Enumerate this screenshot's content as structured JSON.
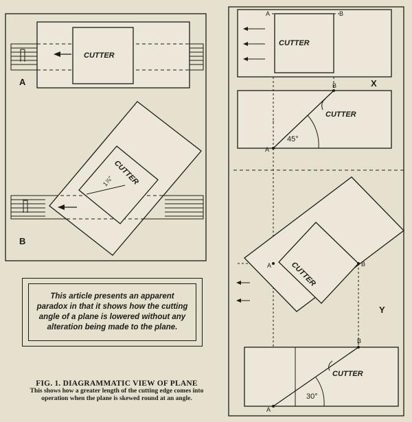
{
  "diagram": {
    "cutter_label": "CUTTER",
    "label_a": "A",
    "label_b": "B",
    "label_x": "X",
    "label_y": "Y",
    "point_a": "A",
    "point_b": "B",
    "width_label": "1⅞\"",
    "angle_45": "45°",
    "angle_30": "30°"
  },
  "note": {
    "text": "This article presents an apparent paradox in that it shows how the cutting angle of a plane is lowered without any alteration being made to the plane."
  },
  "caption": {
    "title": "FIG. 1.  DIAGRAMMATIC VIEW OF PLANE",
    "text": "This shows how a greater length of the cutting edge comes into operation when the plane is skewed round at an angle."
  },
  "colors": {
    "paper": "#e6e0cf",
    "ink": "#1e1b16"
  }
}
